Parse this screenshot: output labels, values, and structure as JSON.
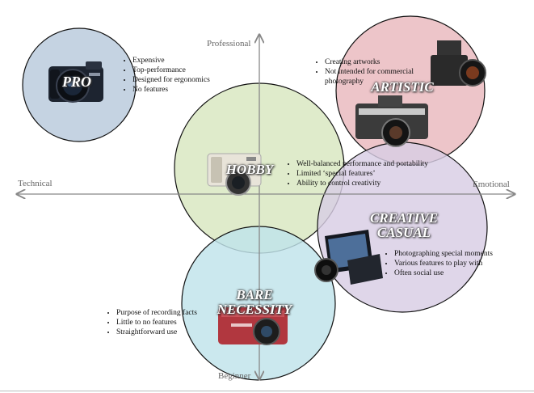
{
  "axes": {
    "top": "Professional",
    "bottom": "Beginner",
    "left": "Technical",
    "right": "Emotional"
  },
  "segments": {
    "pro": {
      "title": "PRO",
      "color": "#b8c9dc",
      "bullets": [
        "Expensive",
        "Top-performance",
        "Designed for ergonomics",
        "No features"
      ]
    },
    "artistic": {
      "title": "ARTISTIC",
      "color": "#e9b8bd",
      "bullets": [
        "Creating artworks",
        "Not intended for commercial photography"
      ]
    },
    "hobby": {
      "title": "HOBBY",
      "color": "#d8e6c0",
      "bullets": [
        "Well-balanced performance and portability",
        "Limited ‘special features’",
        "Ability to control creativity"
      ]
    },
    "creative_casual": {
      "title_line1": "CREATIVE",
      "title_line2": "CASUAL",
      "color": "#d8cde4",
      "bullets": [
        "Photographing special moments",
        "Various features to play with",
        "Often social use"
      ]
    },
    "bare_necessity": {
      "title_line1": "BARE",
      "title_line2": "NECESSITY",
      "color": "#bfe3ea",
      "bullets": [
        "Purpose of recording facts",
        "Little to no features",
        "Straightforward use"
      ]
    }
  },
  "icons": {
    "pro_camera": "dslr-camera-icon",
    "artistic_camera": "vintage-camera-icon",
    "hobby_camera": "compact-camera-icon",
    "creative_camera": "flip-screen-camera-icon",
    "bare_camera": "point-and-shoot-camera-icon"
  }
}
